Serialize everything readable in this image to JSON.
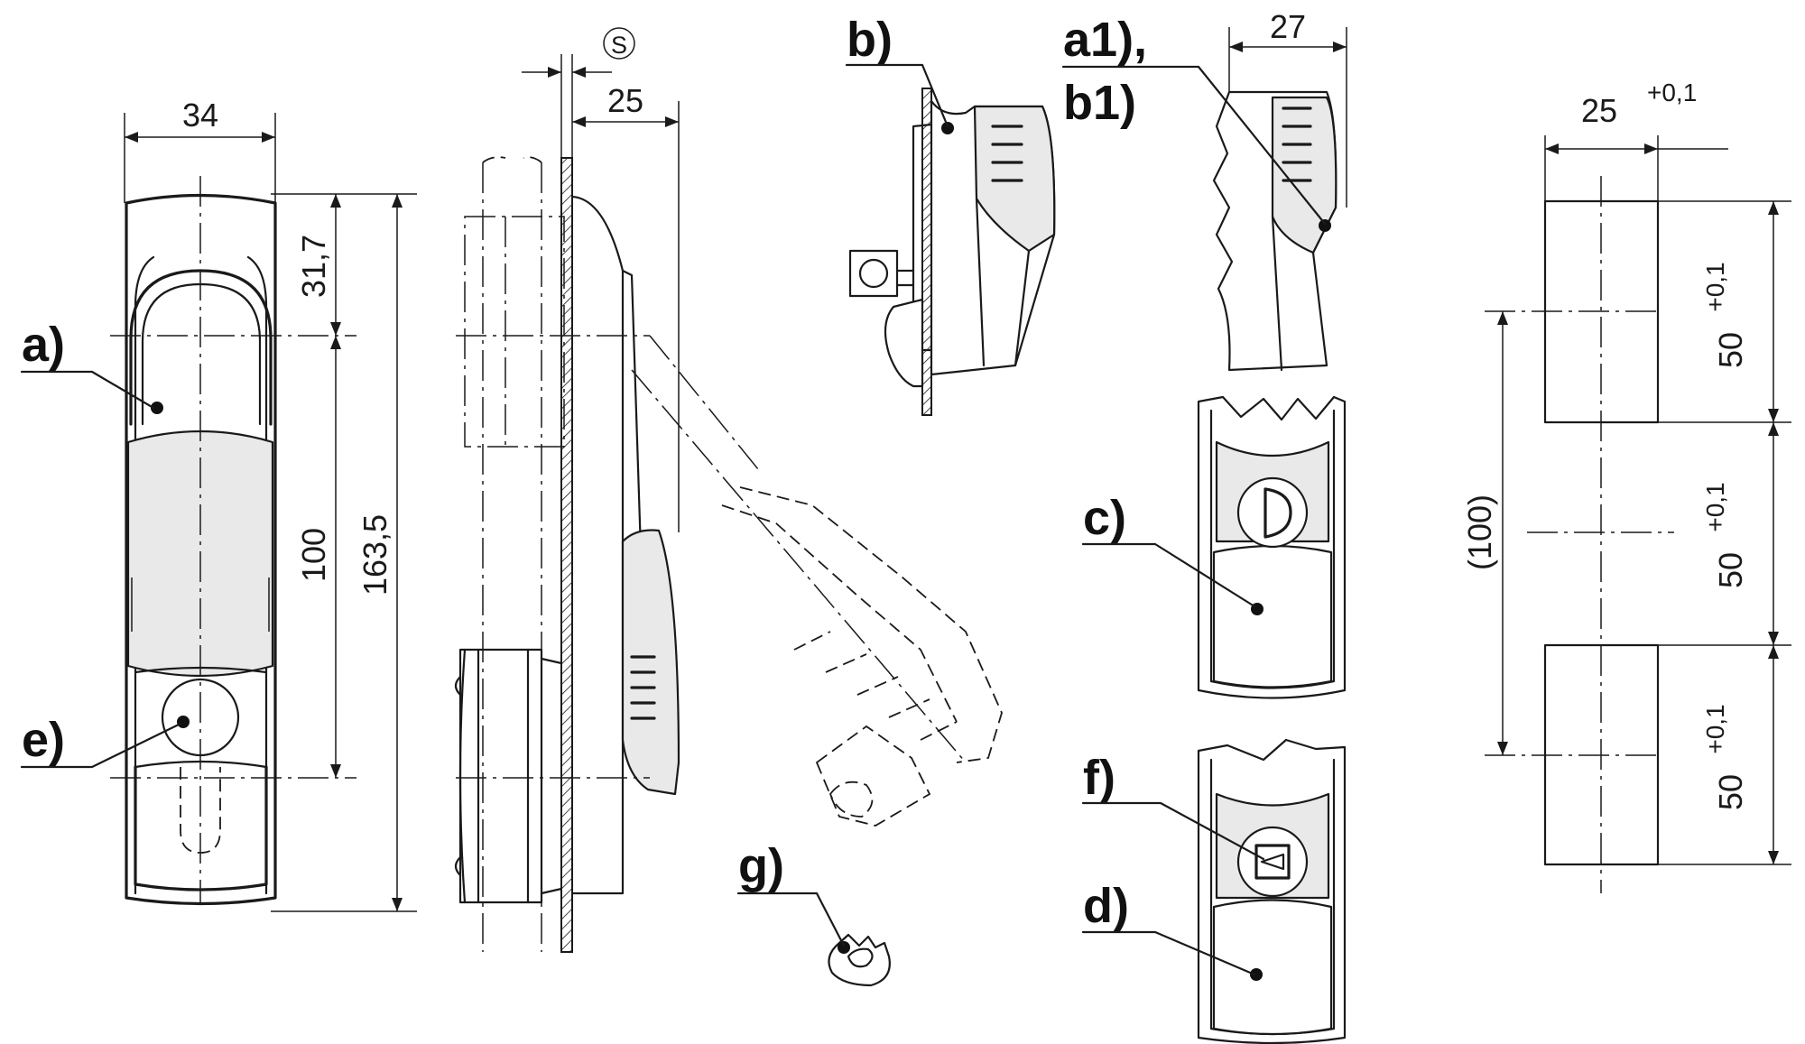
{
  "labels": {
    "a": "a)",
    "e": "e)",
    "b": "b)",
    "a1b1_line1": "a1),",
    "a1b1_line2": "b1)",
    "c": "c)",
    "d": "d)",
    "f": "f)",
    "g": "g)"
  },
  "dimensions": {
    "width_34": "34",
    "height_31_7": "31,7",
    "height_100": "100",
    "height_163_5": "163,5",
    "symbol_s": "S",
    "depth_25": "25",
    "depth_27": "27",
    "cutout_width": "25",
    "cutout_width_tol": "+0,1",
    "cutout_height_1": "50",
    "cutout_height_1_tol": "+0,1",
    "cutout_height_2": "50",
    "cutout_height_2_tol": "+0,1",
    "cutout_height_3": "50",
    "cutout_height_3_tol": "+0,1",
    "pitch_100": "(100)"
  },
  "colors": {
    "line": "#1a1a1a",
    "fill": "#e9e9e9",
    "background": "#ffffff"
  }
}
